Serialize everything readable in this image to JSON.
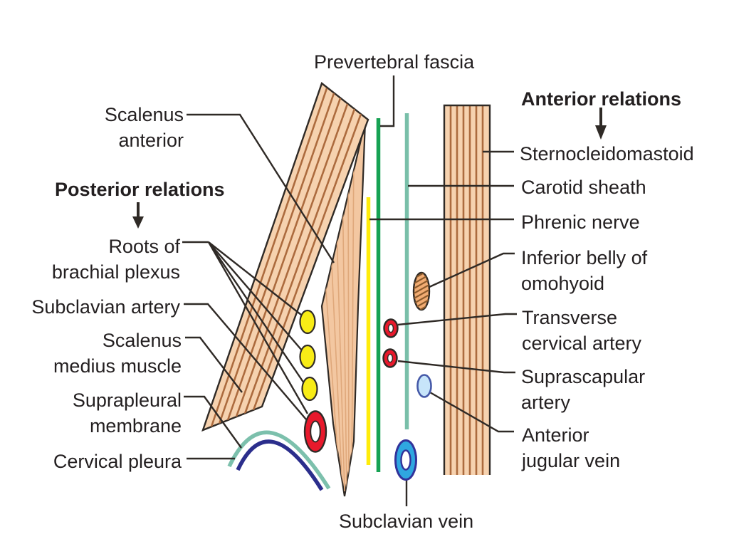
{
  "figure": "Relations of scalenus anterior (anatomy diagram)",
  "labels": {
    "prevertebral_fascia": "Prevertebral fascia",
    "scalenus_anterior": [
      "Scalenus",
      "anterior"
    ],
    "posterior_relations": "Posterior relations",
    "roots_brachial_plexus": [
      "Roots of",
      "brachial plexus"
    ],
    "subclavian_artery": "Subclavian artery",
    "scalenus_medius": [
      "Scalenus",
      "medius muscle"
    ],
    "suprapleural_membrane": [
      "Suprapleural",
      "membrane"
    ],
    "cervical_pleura": "Cervical pleura",
    "anterior_relations": "Anterior relations",
    "sternocleidomastoid": "Sternocleidomastoid",
    "carotid_sheath": "Carotid sheath",
    "phrenic_nerve": "Phrenic nerve",
    "inferior_belly_omohyoid": [
      "Inferior belly of",
      "omohyoid"
    ],
    "transverse_cervical_artery": [
      "Transverse",
      "cervical artery"
    ],
    "suprascapular_artery": [
      "Suprascapular",
      "artery"
    ],
    "anterior_jugular_vein": [
      "Anterior",
      "jugular vein"
    ],
    "subclavian_vein": "Subclavian vein"
  },
  "colors": {
    "text": "#231F20",
    "outline": "#2F2A26",
    "muscle_fill": "#F6D2AF",
    "muscle_stripe": "#AC6B3E",
    "wedge_fill": "#F3C7A1",
    "wedge_stripe": "#DFA87B",
    "green_line": "#17A253",
    "teal_line": "#79BFA9",
    "yellow_line": "#FFEC0A",
    "yellow_oval": "#F8EC16",
    "red": "#E8192C",
    "blue_vein": "#2FA7E0",
    "navy": "#32329A",
    "arc_teal": "#7CC0AC",
    "arc_navy": "#2B2E8C",
    "light_blue_fill": "#C7E5FA",
    "light_blue_stroke": "#4559A8",
    "omohyoid_fill": "#F2AC73",
    "omohyoid_hatch": "#8C5A2B"
  }
}
